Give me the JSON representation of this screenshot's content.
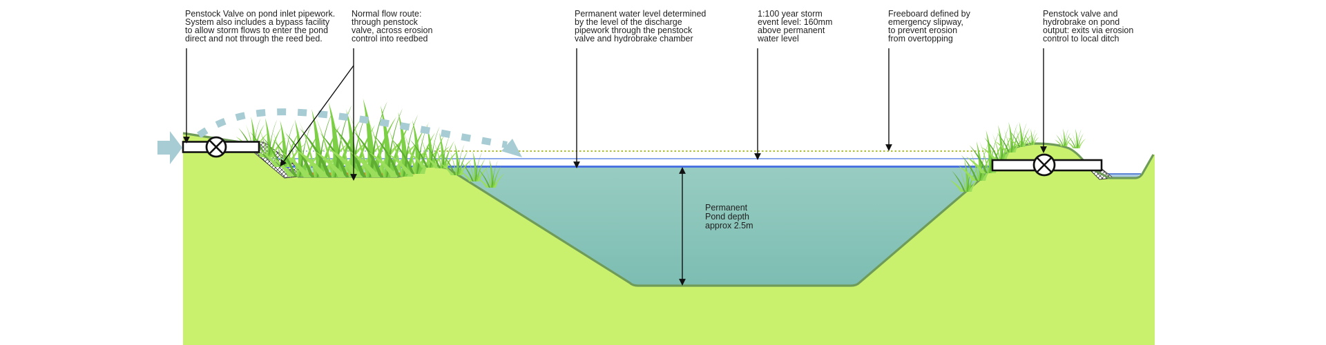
{
  "annotations": [
    {
      "id": "inlet-valve",
      "lines": [
        "Penstock Valve on pond inlet pipework.",
        "System also includes a bypass facility",
        "to allow storm flows to enter the pond",
        "direct and not through the reed bed."
      ]
    },
    {
      "id": "normal-flow-route",
      "lines": [
        "Normal flow route:",
        "through penstock",
        "valve, across erosion",
        "control into reedbed"
      ]
    },
    {
      "id": "permanent-water-level",
      "lines": [
        "Permanent water level determined",
        "by the level of the discharge",
        "pipework through the penstock",
        "valve and hydrobrake chamber"
      ]
    },
    {
      "id": "storm-event-level",
      "lines": [
        "1:100 year storm",
        "event level: 160mm",
        "above permanent",
        "water level"
      ]
    },
    {
      "id": "freeboard",
      "lines": [
        "Freeboard defined by",
        "emergency slipway,",
        "to prevent erosion",
        "from overtopping"
      ]
    },
    {
      "id": "outlet-valve",
      "lines": [
        "Penstock valve and",
        "hydrobrake on pond",
        "output: exits via erosion",
        "control to local ditch"
      ]
    }
  ],
  "depth_label": {
    "lines": [
      "Permanent",
      "Pond depth",
      "approx 2.5m"
    ]
  },
  "colors": {
    "ground": "#c9f16e",
    "ground_outline": "#6f9b58",
    "water_top": "#98ccc2",
    "water_bottom": "#7cbdb2",
    "permanent_level_line": "#4a72e0",
    "storm_level_line": "#7b9ce9",
    "slipway_dotted_line": "#aebe33",
    "reed_dotted_line": "#98a9bb",
    "bypass_arrow": "#a7ccd4",
    "inflow_arrow": "#a7ccd4",
    "substrate": "#d8872a",
    "ditch_water_fill": "#aacbe2",
    "ditch_water_line": "#5b84d6",
    "grass_dark": "#5fae33",
    "grass_mid": "#7dcf45",
    "grass_light": "#9ade5c",
    "annotation_text": "#1f1f1f",
    "annotation_arrow": "#111111"
  }
}
